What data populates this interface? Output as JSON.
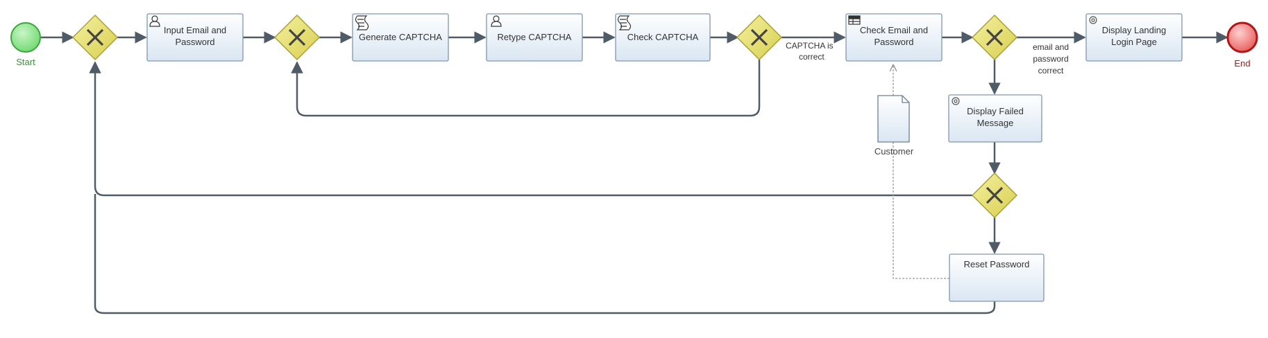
{
  "diagram": {
    "start_event": {
      "label": "Start"
    },
    "end_event": {
      "label": "End"
    },
    "tasks": {
      "input": {
        "line1": "Input Email and",
        "line2": "Password",
        "icon": "user-task-icon"
      },
      "generate": {
        "line1": "Generate CAPTCHA",
        "line2": "",
        "icon": "script-task-icon"
      },
      "retype": {
        "line1": "Retype CAPTCHA",
        "line2": "",
        "icon": "user-task-icon"
      },
      "check_captcha": {
        "line1": "Check CAPTCHA",
        "line2": "",
        "icon": "script-task-icon"
      },
      "check_email": {
        "line1": "Check Email and",
        "line2": "Password",
        "icon": "table-task-icon"
      },
      "landing": {
        "line1": "Display Landing",
        "line2": "Login Page",
        "icon": "service-task-icon"
      },
      "failed": {
        "line1": "Display Failed",
        "line2": "Message",
        "icon": "service-task-icon"
      },
      "reset": {
        "line1": "Reset Password",
        "line2": "",
        "icon": "none"
      }
    },
    "data_object": {
      "label": "Customer"
    },
    "flow_labels": {
      "captcha_correct_1": "CAPTCHA is",
      "captcha_correct_2": "correct",
      "email_correct_1": "email and",
      "email_correct_2": "password",
      "email_correct_3": "correct"
    },
    "colors": {
      "start_fill": "#7ee37e",
      "start_stroke": "#3aa53a",
      "end_fill": "#f07070",
      "end_stroke": "#c02020",
      "gateway_fill": "#e6e070",
      "gateway_stroke": "#a8a030",
      "task_top": "#ffffff",
      "task_bottom": "#dde8f3",
      "task_stroke": "#7f96ad",
      "flow": "#4f5b66",
      "label": "#333333",
      "start_label": "#2e9a2e",
      "end_label": "#b01818"
    }
  }
}
